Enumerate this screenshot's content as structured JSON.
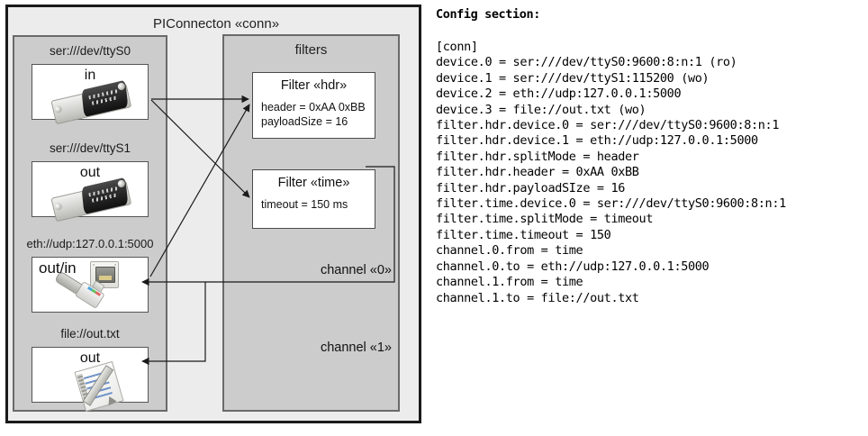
{
  "diagram": {
    "title": "PIConnecton «conn»",
    "devices_panel": {
      "items": [
        {
          "label": "ser:///dev/ttyS0",
          "direction": "in",
          "icon": "serial-port-icon"
        },
        {
          "label": "ser:///dev/ttyS1",
          "direction": "out",
          "icon": "serial-port-icon"
        },
        {
          "label": "eth://udp:127.0.0.1:5000",
          "direction": "out/in",
          "icon": "ethernet-jack-icon"
        },
        {
          "label": "file://out.txt",
          "direction": "out",
          "icon": "text-file-icon"
        }
      ]
    },
    "filters_panel": {
      "title": "filters",
      "filters": [
        {
          "title": "Filter «hdr»",
          "props": "header = 0xAA 0xBB\npayloadSize = 16"
        },
        {
          "title": "Filter «time»",
          "props": "timeout = 150 ms"
        }
      ]
    },
    "channels": [
      {
        "label": "channel «0»"
      },
      {
        "label": "channel «1»"
      }
    ],
    "colors": {
      "page_background": "#ffffff",
      "frame_background": "#ececec",
      "panel_background": "#cccccc",
      "panel_border": "#6a6a6a",
      "frame_border": "#1a1a1a",
      "box_background": "#ffffff",
      "line": "#1a1a1a"
    }
  },
  "config": {
    "heading": "Config section:",
    "lines": [
      "[conn]",
      "device.0 = ser:///dev/ttyS0:9600:8:n:1 (ro)",
      "device.1 = ser:///dev/ttyS1:115200 (wo)",
      "device.2 = eth://udp:127.0.0.1:5000",
      "device.3 = file://out.txt (wo)",
      "filter.hdr.device.0 = ser:///dev/ttyS0:9600:8:n:1",
      "filter.hdr.device.1 = eth://udp:127.0.0.1:5000",
      "filter.hdr.splitMode = header",
      "filter.hdr.header = 0xAA 0xBB",
      "filter.hdr.payloadSIze = 16",
      "filter.time.device.0 = ser:///dev/ttyS0:9600:8:n:1",
      "filter.time.splitMode = timeout",
      "filter.time.timeout = 150",
      "channel.0.from = time",
      "channel.0.to = eth://udp:127.0.0.1:5000",
      "channel.1.from = time",
      "channel.1.to = file://out.txt"
    ]
  }
}
